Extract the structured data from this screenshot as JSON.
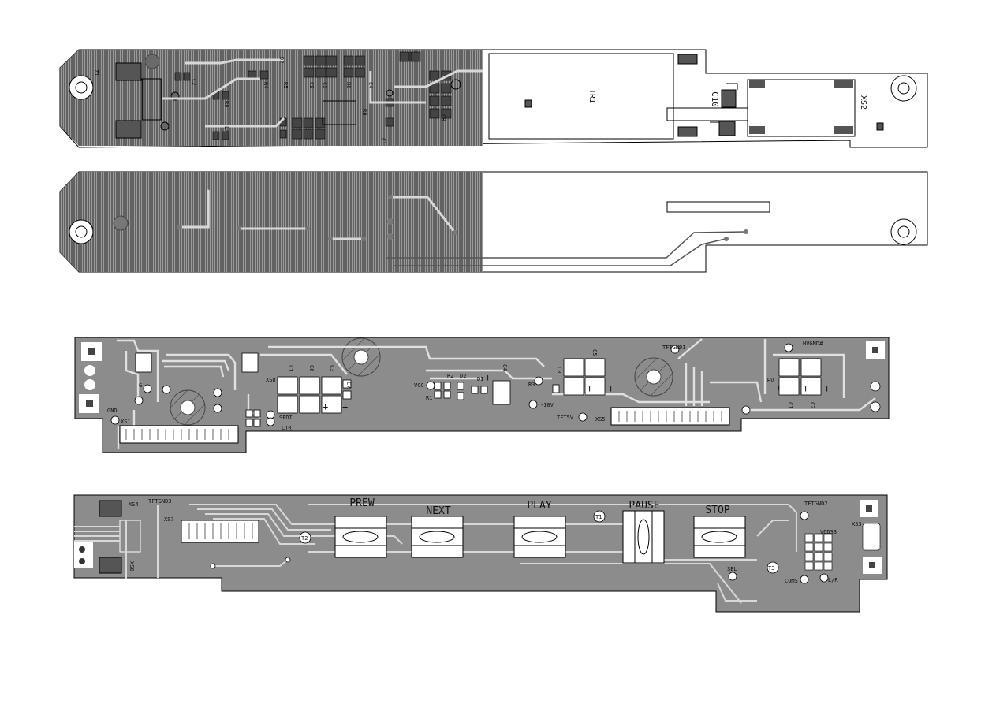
{
  "colors": {
    "board_fill": "#8c8c8c",
    "board_dark": "#5a5a5a",
    "copper_hatch": "#2a2a2a",
    "outline": "#000000",
    "trace_light": "#d8d8d8",
    "pad_white": "#ffffff"
  },
  "board1": {
    "labels": {
      "tr1": "TR1",
      "xs2": "XS2",
      "c10": "C10",
      "z1": "Z1",
      "d2": "D2",
      "r4": "R4",
      "r5": "R5",
      "c9": "C9",
      "c5": "C5",
      "r6": "R6",
      "c4": "C4",
      "c8": "C8",
      "r9": "R9",
      "l4": "L4",
      "c2": "C2",
      "c1": "C1",
      "r8": "R8"
    }
  },
  "board3": {
    "labels": {
      "xs8": "XS8",
      "xs1": "XS1",
      "xs5": "XS5",
      "gnd": "GND",
      "spdi": "SPDI",
      "ctr": "CTR",
      "vcc": "VCC",
      "minus10v": "-10V",
      "tft5v": "TFT5V",
      "tftgnd1": "TFTGND1",
      "hvgnd": "HVGND#",
      "hv": "HV",
      "l1": "L1",
      "c6": "C6",
      "c3": "C3",
      "c7": "C7",
      "r2": "R2",
      "d2": "D2",
      "r1": "R1",
      "d1": "D1",
      "c4": "C4",
      "r3": "R3",
      "c1": "C1",
      "c2": "C2",
      "c5": "C5",
      "c8": "C8",
      "g": "G"
    }
  },
  "board4": {
    "buttons": [
      "PREW",
      "NEXT",
      "PLAY",
      "PAUSE",
      "STOP"
    ],
    "labels": {
      "xs4": "XS4",
      "xs7": "XS7",
      "xs6": "XS6",
      "xs3": "XS3",
      "tftgnd3": "TFTGND3",
      "tftgnd2": "TFTGND2",
      "t1": "T1",
      "t2": "T2",
      "t3": "T3",
      "sel": "SEL",
      "coms": "COMS",
      "lr": "L/R",
      "vdd33": "VDD33"
    }
  }
}
